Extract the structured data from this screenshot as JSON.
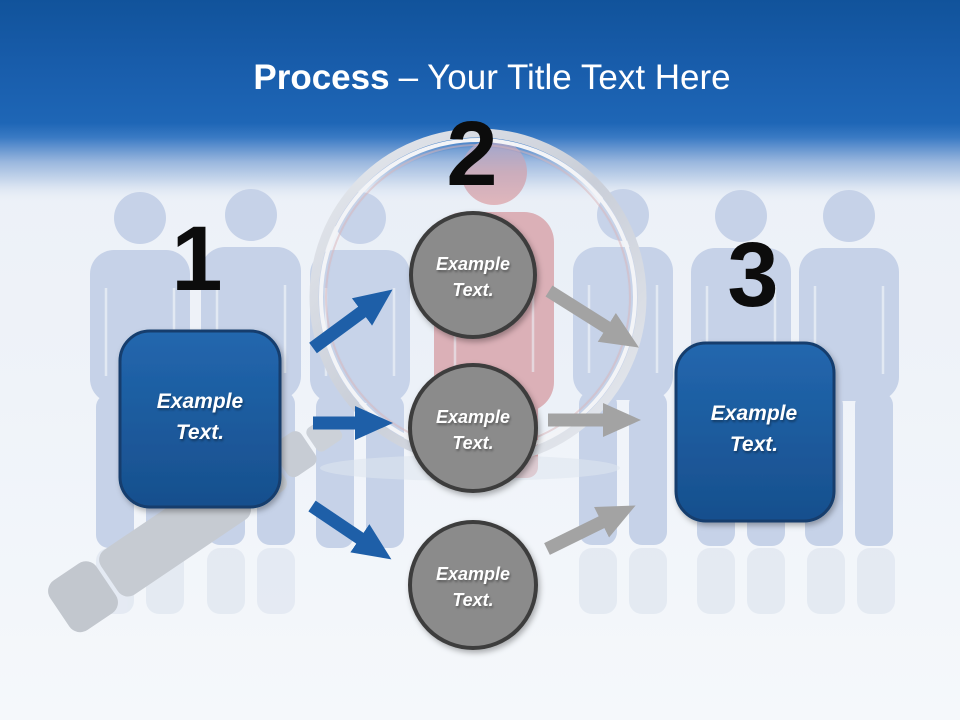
{
  "title": {
    "bold": "Process",
    "rest": "– Your Title Text Here"
  },
  "steps": {
    "step1": {
      "number": "1",
      "box": {
        "line1": "Example",
        "line2": "Text."
      }
    },
    "step2": {
      "number": "2",
      "circles": [
        {
          "line1": "Example",
          "line2": "Text."
        },
        {
          "line1": "Example",
          "line2": "Text."
        },
        {
          "line1": "Example",
          "line2": "Text."
        }
      ]
    },
    "step3": {
      "number": "3",
      "box": {
        "line1": "Example",
        "line2": "Text."
      }
    }
  },
  "colors": {
    "header_blue_top": "#11539b",
    "header_blue_bottom": "#2470c0",
    "box_fill": "#1d5fa3",
    "box_border": "#123e6d",
    "arrow_blue": "#1e5fa8",
    "arrow_gray": "#a3a3a3",
    "circle_fill": "#8b8b8b",
    "circle_border": "#3e3e3e",
    "people_blue": "#c6d2e8",
    "person_red": "#dcabb0",
    "magnifier_gray": "#c6cbd2"
  }
}
